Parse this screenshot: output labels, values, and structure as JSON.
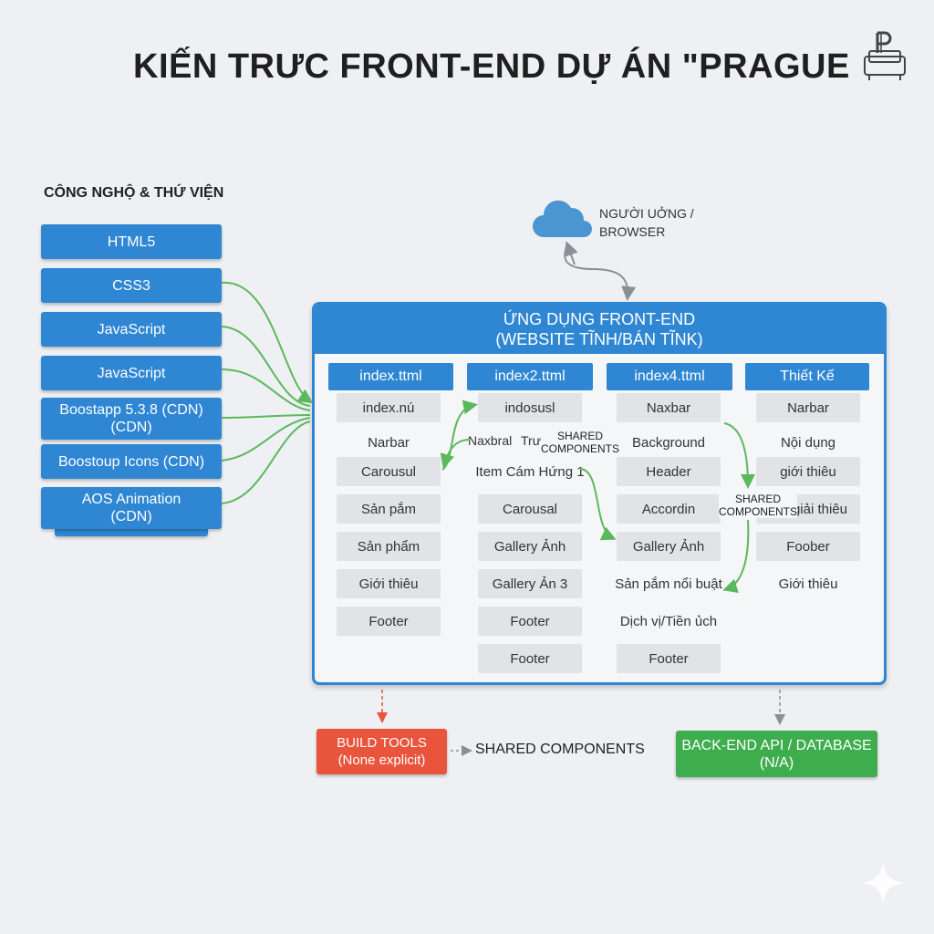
{
  "title": "KIẾN  TRƯC FRONT-END DỰ ÁN \"PRAGUE",
  "section_label": "CÔNG NGHỘ & THỨ VIỆN",
  "tech_stack": [
    "HTML5",
    "CSS3",
    "JavaScript",
    "JavaScript",
    "Boostapp 5.3.8 (CDN)\n(CDN)",
    "Boostoup Icons (CDN)",
    "AOS Animation\n(CDN)"
  ],
  "user": {
    "line1": "NGƯỜI UỞNG /",
    "line2": "BROWSER"
  },
  "app": {
    "title_line1": "ỨNG DỤNG FRONT-END",
    "title_line2": "(WEBSITE TĨNH/BÁN TĨNK)"
  },
  "columns": [
    {
      "header": "index.ttml",
      "items": [
        "index.nú",
        "Narbar",
        "Carousul",
        "Sản pắm",
        "Sản phẩm",
        "Giới thiêu",
        "Footer"
      ]
    },
    {
      "header": "index2.ttml",
      "items": [
        "indosusl",
        "Item Cám Hứng 1",
        "Carousal",
        "Gallery Ảnh",
        "Gallery Ản 3",
        "Footer",
        "Footer"
      ]
    },
    {
      "header": "index4.ttml",
      "items": [
        "Naxbar",
        "Background",
        "Header",
        "Accordin",
        "Gallery Ảnh",
        "Sản pắm nổi buật",
        "Dịch vị/Tiền ủch",
        "Footer"
      ]
    },
    {
      "header": "Thiết Kế",
      "items": [
        "Narbar",
        "Nội dụng",
        "giới thiêu",
        "giải thiêu",
        "Foober",
        "Giới thiêu"
      ]
    }
  ],
  "inline_labels": {
    "naxbral": "Naxbral",
    "tru": "Trư",
    "shared_1": "SHARED\nCOMPONENTS",
    "shared_2": "SHARED\nCOMPONENTS"
  },
  "build_tools": {
    "line1": "BUILD TOOLS",
    "line2": "(None explicit)"
  },
  "shared_components": "SHARED COMPONENTS",
  "backend": {
    "line1": "BACK-END API / DATABASE",
    "line2": "(N/A)"
  },
  "colors": {
    "primary_blue": "#2f86d3",
    "arrow_green": "#5cb85c",
    "build_red": "#e8543c",
    "backend_green": "#3ead4d",
    "background": "#eef0f3"
  }
}
